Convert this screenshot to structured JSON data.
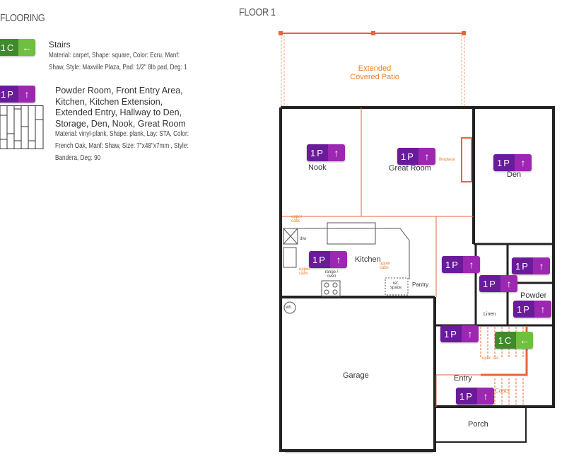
{
  "legend": {
    "title": "FLOORING",
    "items": [
      {
        "code": "1C",
        "arrow": "←",
        "title": "Stairs",
        "details": [
          "Material: carpet, Shape: square, Color: Ecru, Manf:",
          "Shaw, Style: Maxville Plaza, Pad: 1/2\" 8lb pad, Deg: 1"
        ],
        "color": "#3f8a2a"
      },
      {
        "code": "1P",
        "arrow": "↑",
        "title_lines": [
          "Powder Room, Front Entry Area,",
          "Kitchen, Kitchen Extension,",
          "Extended Entry, Hallway to Den,",
          "Storage, Den, Nook, Great Room"
        ],
        "details": [
          "Material: vinyl-plank, Shape: plank, Lay: STA, Color:",
          "French Oak, Manf: Shaw, Size: 7\"x48\"x7mm , Style:",
          "Bandera, Deg: 90"
        ],
        "color": "#6a1b9a"
      }
    ]
  },
  "plan": {
    "title": "FLOOR 1",
    "rooms": {
      "patio": [
        "Extended",
        "Covered Patio"
      ],
      "nook": "Nook",
      "great_room": "Great Room",
      "den": "Den",
      "kitchen": "Kitchen",
      "pantry": "Pantry",
      "powder": "Powder",
      "linen": "Linen",
      "garage": "Garage",
      "entry": "Entry",
      "porch": "Porch"
    },
    "notes": {
      "fireplace": "fireplace",
      "upper_cabs": "upper cabs",
      "dw": "d/w",
      "range": "range / oven",
      "ref": "ref. space",
      "wh": "wh",
      "open_rail": "open rail",
      "coats": "Coats"
    },
    "badge_p": {
      "code": "1P",
      "arrow": "↑"
    },
    "badge_c": {
      "code": "1C",
      "arrow": "←"
    }
  }
}
